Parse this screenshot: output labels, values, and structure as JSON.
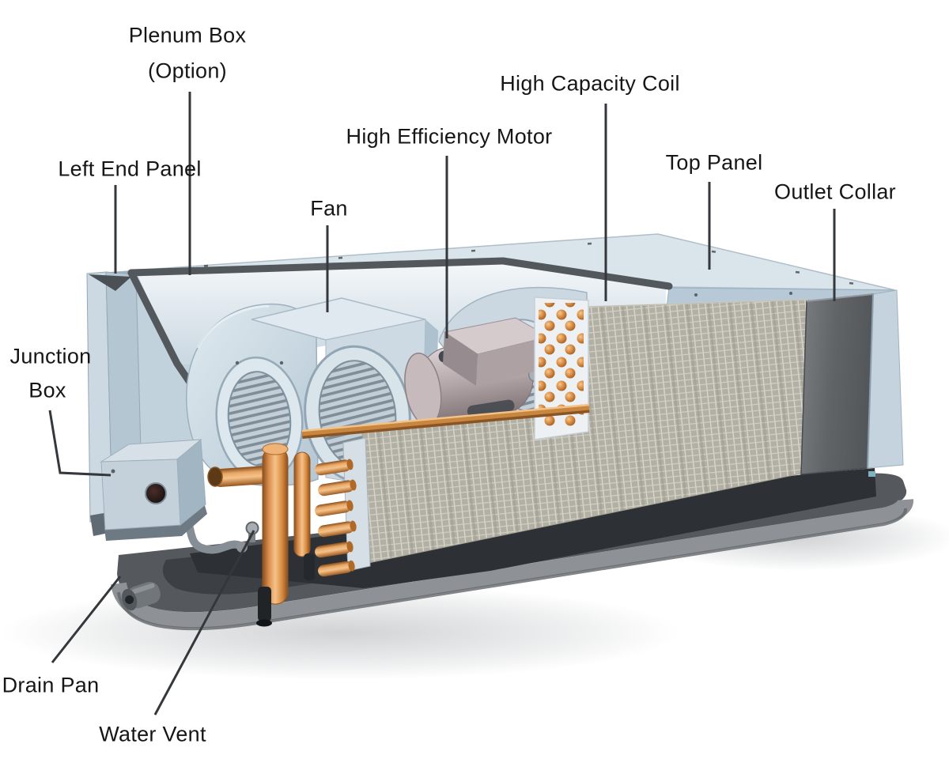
{
  "diagram": {
    "labels": {
      "plenum_box_line1": "Plenum Box",
      "plenum_box_line2": "(Option)",
      "left_end_panel": "Left End Panel",
      "fan": "Fan",
      "high_efficiency_motor": "High Efficiency Motor",
      "high_capacity_coil": "High Capacity Coil",
      "top_panel": "Top Panel",
      "outlet_collar": "Outlet Collar",
      "junction_box_line1": "Junction",
      "junction_box_line2": "Box",
      "drain_pan": "Drain Pan",
      "water_vent": "Water Vent"
    },
    "palette": {
      "background": "#ffffff",
      "cabinet_panel_blue": "#ccd9e3",
      "panel_shadow_blue": "#9fb4c3",
      "frame_strip_gray": "#53585c",
      "coil_fin_gray": "#b2afa4",
      "copper_orange": "#d4883f",
      "motor_gray": "#b3a6a9",
      "outlet_collar_gray": "#64686b",
      "drain_pan_gray": "#55595d",
      "label_text": "#161616",
      "leader_line": "#34373b"
    }
  }
}
